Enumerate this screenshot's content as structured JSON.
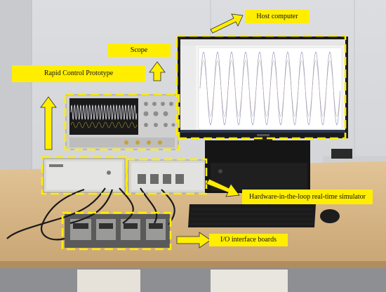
{
  "labels": {
    "host_computer": "Host computer",
    "scope": "Scope",
    "rapid_control_prototype": "Rapid Control Prototype",
    "hil_simulator": "Hardware-in-the-loop real-time simulator",
    "io_boards": "I/O interface boards"
  },
  "colors": {
    "highlight": "#ffee00",
    "label_text": "#111111",
    "monitor_screen": "#f4f4f4",
    "scope_screen": "#1a1a1a",
    "wall": "#d9dadc",
    "desk": "#d9b98a"
  }
}
